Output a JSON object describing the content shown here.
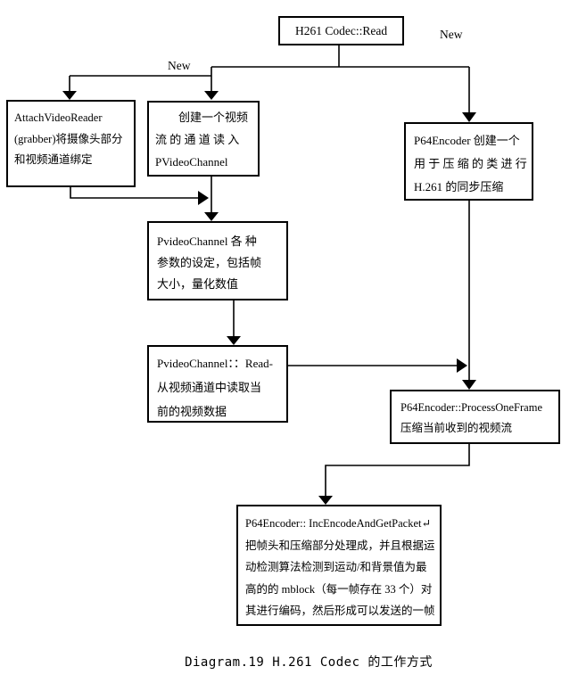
{
  "diagram": {
    "caption": "Diagram.19 H.261 Codec 的工作方式",
    "labels": {
      "new_right": "New",
      "new_left": "New"
    },
    "nodes": {
      "read": {
        "title": "H261 Codec::Read"
      },
      "attach": {
        "lines": [
          "AttachVideoReader",
          "(grabber)将摄像头部分",
          "和视频通道绑定"
        ]
      },
      "create_channel": {
        "lines": [
          "创建一个视频",
          "流 的 通 道 读 入",
          "PVideoChannel"
        ]
      },
      "p64_create": {
        "lines": [
          "P64Encoder 创建一个",
          "用 于 压 缩 的 类 进 行",
          "H.261 的同步压缩"
        ]
      },
      "set_params": {
        "lines": [
          "PvideoChannel 各 种",
          "参数的设定，包括帧",
          "大小，量化数值"
        ]
      },
      "channel_read": {
        "lines": [
          "PvideoChannel：：Read-",
          "从视频通道中读取当",
          "前的视频数据"
        ]
      },
      "process_frame": {
        "lines": [
          "P64Encoder::ProcessOneFrame",
          "压缩当前收到的视频流"
        ]
      },
      "inc_encode": {
        "lines": [
          "P64Encoder:: IncEncodeAndGetPacket↵",
          "把帧头和压缩部分处理成，并且根据运",
          "动检测算法检测到运动/和背景值为最",
          "高的的 mblock（每一帧存在 33 个）对",
          "其进行编码，然后形成可以发送的一帧"
        ]
      }
    },
    "colors": {
      "background": "#ffffff",
      "line": "#000000",
      "text": "#000000"
    }
  }
}
